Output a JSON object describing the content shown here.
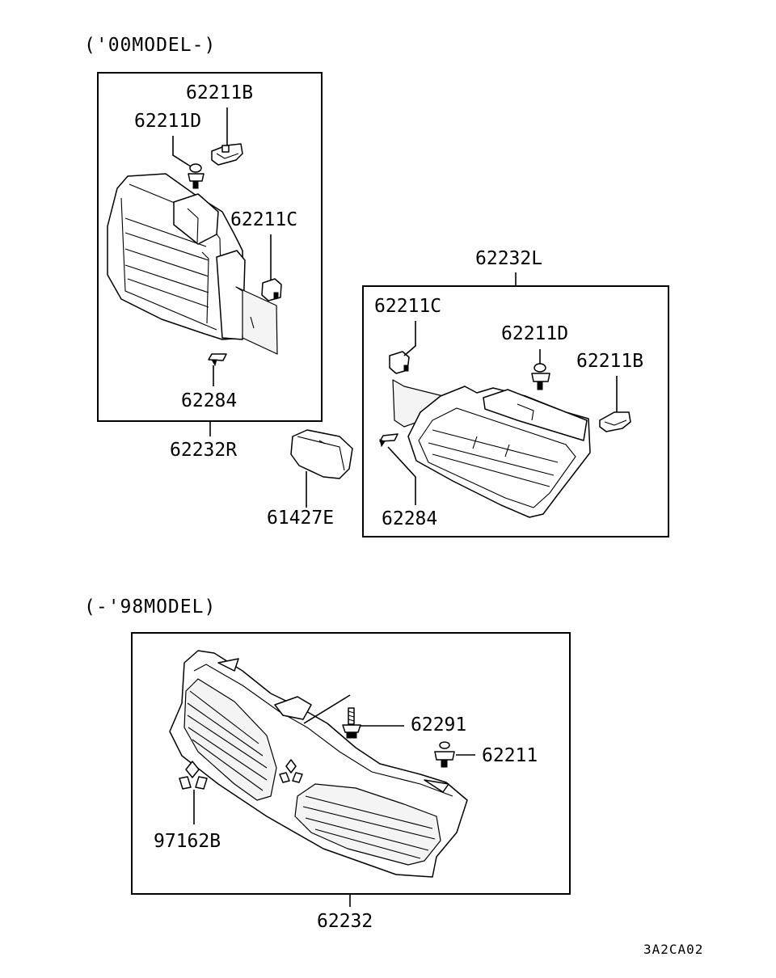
{
  "sections": {
    "top_title": "('00MODEL-)",
    "bottom_title": "(-'98MODEL)"
  },
  "labels": {
    "r_62211B": "62211B",
    "r_62211D": "62211D",
    "r_62211C": "62211C",
    "r_62284": "62284",
    "r_assembly": "62232R",
    "cover": "61427E",
    "l_assembly": "62232L",
    "l_62211C": "62211C",
    "l_62211D": "62211D",
    "l_62211B": "62211B",
    "l_62284": "62284",
    "b_62291": "62291",
    "b_62211": "62211",
    "b_emblem": "97162B",
    "b_assembly": "62232"
  },
  "diagram_code": "3A2CA02"
}
